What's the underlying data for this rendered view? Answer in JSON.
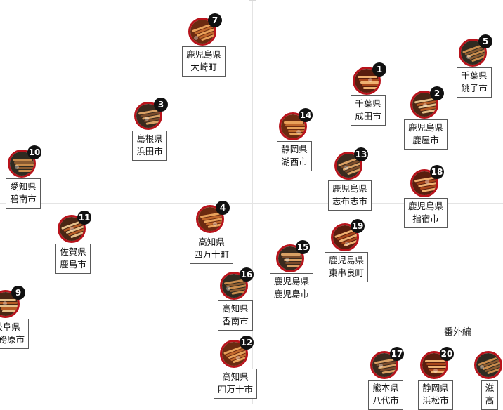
{
  "section_extra": "番外編",
  "markers": [
    {
      "num": "7",
      "line1": "鹿児島県",
      "line2": "大崎町"
    },
    {
      "num": "3",
      "line1": "島根県",
      "line2": "浜田市"
    },
    {
      "num": "1",
      "line1": "千葉県",
      "line2": "成田市"
    },
    {
      "num": "5",
      "line1": "千葉県",
      "line2": "銚子市"
    },
    {
      "num": "2",
      "line1": "鹿児島県",
      "line2": "鹿屋市"
    },
    {
      "num": "14",
      "line1": "静岡県",
      "line2": "湖西市"
    },
    {
      "num": "13",
      "line1": "鹿児島県",
      "line2": "志布志市"
    },
    {
      "num": "18",
      "line1": "鹿児島県",
      "line2": "指宿市"
    },
    {
      "num": "10",
      "line1": "愛知県",
      "line2": "碧南市"
    },
    {
      "num": "11",
      "line1": "佐賀県",
      "line2": "鹿島市"
    },
    {
      "num": "4",
      "line1": "高知県",
      "line2": "四万十町"
    },
    {
      "num": "15",
      "line1": "鹿児島県",
      "line2": "鹿児島市"
    },
    {
      "num": "19",
      "line1": "鹿児島県",
      "line2": "東串良町"
    },
    {
      "num": "16",
      "line1": "高知県",
      "line2": "香南市"
    },
    {
      "num": "9",
      "line1": "岐阜県",
      "line2": "各務原市"
    },
    {
      "num": "12",
      "line1": "高知県",
      "line2": "四万十市"
    },
    {
      "num": "17",
      "line1": "熊本県",
      "line2": "八代市"
    },
    {
      "num": "20",
      "line1": "静岡県",
      "line2": "浜松市"
    },
    {
      "num": "",
      "line1": "滋",
      "line2": "高"
    }
  ]
}
